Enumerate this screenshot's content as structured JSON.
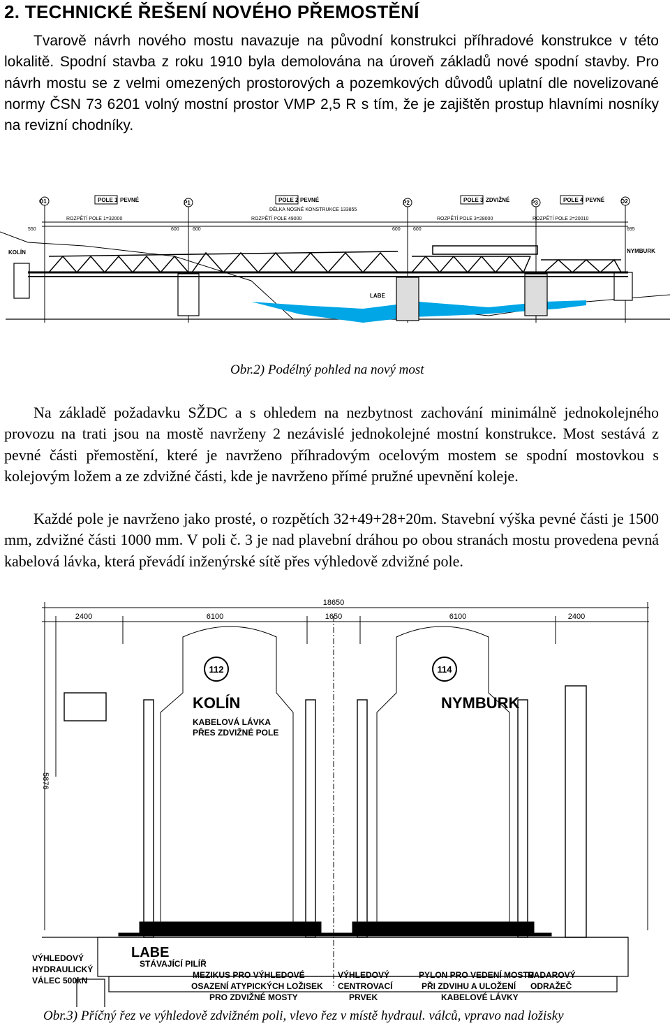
{
  "heading": "2. TECHNICKÉ ŘEŠENÍ NOVÉHO PŘEMOSTĚNÍ",
  "paragraphs": {
    "intro": "Tvarově návrh nového mostu navazuje na původní konstrukci příhradové konstrukce v této lokalitě. Spodní stavba z roku 1910 byla demolována na úroveň základů nové spodní stavby. Pro návrh mostu se z velmi omezených prostorových a pozemkových důvodů uplatní dle novelizované normy ČSN 73 6201 volný mostní prostor VMP 2,5 R s tím, že je zajištěn prostup hlavními nosníky na revizní chodníky.",
    "p2": "Na základě požadavku SŽDC a s ohledem na nezbytnost zachování minimálně jednokolejného provozu na trati jsou na mostě navrženy 2 nezávislé jednokolejné mostní konstrukce. Most sestává z pevné části přemostění, které je navrženo příhradovým ocelovým mostem se spodní mostovkou s kolejovým ložem a ze zdvižné části, kde je navrženo přímé pružné upevnění koleje.",
    "p3": "Každé pole je navrženo jako prosté, o rozpětích 32+49+28+20m. Stavební výška pevné části je 1500 mm, zdvižné části 1000 mm. V poli č. 3 je nad plavební dráhou po obou stranách mostu provedena pevná kabelová lávka, která převádí inženýrské sítě přes výhledově zdvižné pole."
  },
  "figure1": {
    "caption": "Obr.2) Podélný pohled na nový most",
    "supports": [
      "O1",
      "P1",
      "P2",
      "P3",
      "O2"
    ],
    "fields": [
      "POLE 1",
      "POLE 2",
      "POLE 3",
      "POLE 4"
    ],
    "field_types": [
      "PEVNÉ",
      "PEVNÉ",
      "ZDVIŽNÉ",
      "PEVNÉ"
    ],
    "spans": [
      "ROZPĚTÍ POLE 1=32000",
      "ROZPĚTÍ POLE 49000",
      "ROZPĚTÍ POLE 3=28000",
      "ROZPĚTÍ POLE 2=20010"
    ],
    "total_length": "DÉLKA NOSNÉ KONSTRUKCE 133855",
    "dims": [
      "550",
      "600",
      "600",
      "600",
      "600",
      "695"
    ],
    "places": [
      "KOLÍN",
      "NYMBURK",
      "LABE"
    ]
  },
  "figure2": {
    "caption": "Obr.3) Příčný řez ve výhledově zdvižném poli, vlevo řez v místě hydraul. válců, vpravo nad ložisky",
    "total_dim": "18650",
    "dims": [
      "2400",
      "6100",
      "1650",
      "6100",
      "2400"
    ],
    "height_dim": "5876",
    "track_numbers": [
      "112",
      "114"
    ],
    "directions": [
      "KOLÍN",
      "NYMBURK"
    ],
    "labels": {
      "kabelova": [
        "KABELOVÁ LÁVKA",
        "PŘES ZDVIŽNÉ POLE"
      ],
      "pilir": "STÁVAJÍCÍ PILÍŘ",
      "valec": [
        "VÝHLEDOVÝ",
        "HYDRAULICKÝ",
        "VÁLEC 500kN"
      ],
      "labe": "LABE",
      "mezikus": [
        "MEZIKUS PRO VÝHLEDOVÉ",
        "OSAZENÍ ATYPICKÝCH LOŽISEK",
        "PRO ZDVIŽNÉ MOSTY"
      ],
      "centrovaci": [
        "VÝHLEDOVÝ",
        "CENTROVACÍ",
        "PRVEK"
      ],
      "pylon": [
        "PYLON PRO VEDENÍ MOSTU",
        "PŘI ZDVIHU A ULOŽENÍ",
        "KABELOVÉ LÁVKY"
      ],
      "radar": [
        "RADAROVÝ",
        "ODRAŽEČ"
      ]
    }
  },
  "colors": {
    "water": "#00a6e6",
    "ink": "#000000"
  }
}
